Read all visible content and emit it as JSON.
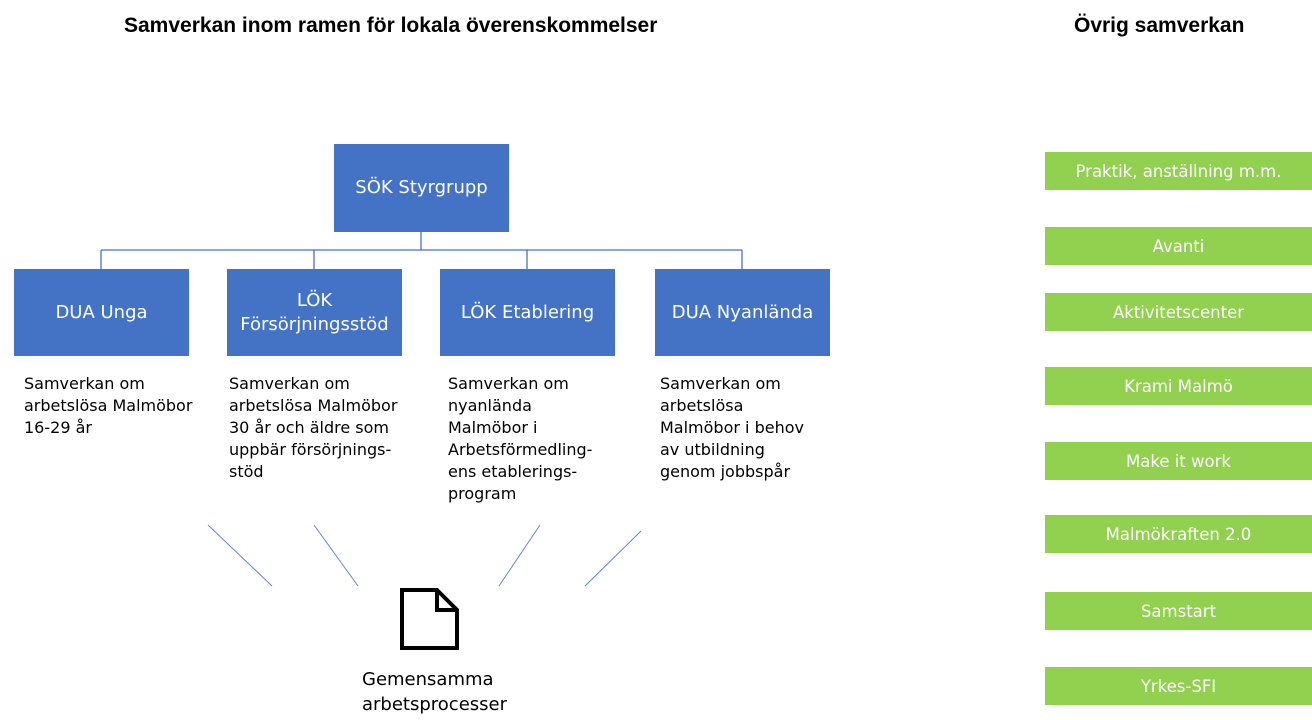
{
  "titles": {
    "main": "Samverkan inom ramen för lokala överenskommelser",
    "side": "Övrig samverkan"
  },
  "colors": {
    "org_box": "#4472c4",
    "side_box": "#92d050",
    "connector_line": "#4472c4"
  },
  "org_chart": {
    "root": {
      "label": "SÖK Styrgrupp"
    },
    "children": [
      {
        "label_lines": [
          "DUA Unga"
        ],
        "description_lines": [
          "Samverkan om",
          "arbetslösa Malmöbor",
          "16-29 år"
        ]
      },
      {
        "label_lines": [
          "LÖK",
          "Försörjningsstöd"
        ],
        "description_lines": [
          "Samverkan om",
          "arbetslösa Malmöbor",
          "30 år och äldre som",
          "uppbär försörjnings-",
          "stöd"
        ]
      },
      {
        "label_lines": [
          "LÖK Etablering"
        ],
        "description_lines": [
          "Samverkan om",
          "nyanlända",
          "Malmöbor i",
          "Arbetsförmedling-",
          "ens etablerings-",
          "program"
        ]
      },
      {
        "label_lines": [
          "DUA Nyanlända"
        ],
        "description_lines": [
          "Samverkan om",
          "arbetslösa",
          "Malmöbor i behov",
          "av utbildning",
          "genom jobbspår"
        ]
      }
    ]
  },
  "shared_document": {
    "icon": "document-icon",
    "label_lines": [
      "Gemensamma",
      "arbetsprocesser"
    ]
  },
  "other_collaboration": [
    "Praktik, anställning m.m.",
    "Avanti",
    "Aktivitetscenter",
    "Krami Malmö",
    "Make it work",
    "Malmökraften 2.0",
    "Samstart",
    "Yrkes-SFI"
  ]
}
